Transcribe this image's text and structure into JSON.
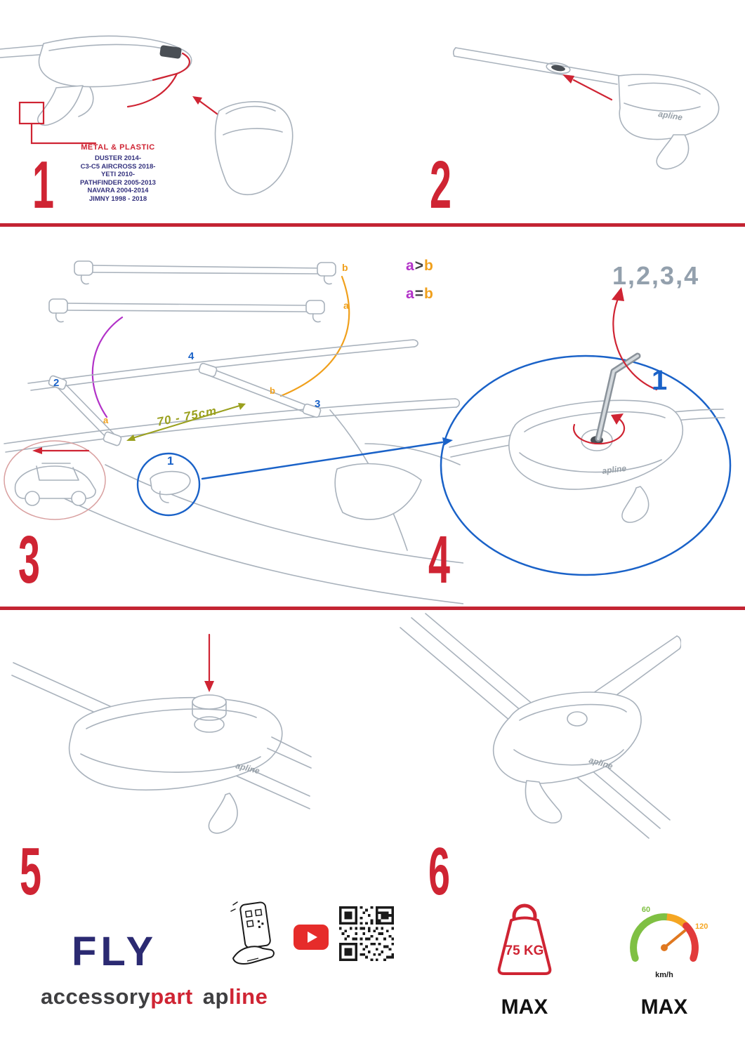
{
  "colors": {
    "red": "#cf2433",
    "navy": "#2b2a72",
    "model_list_blue": "#34327e",
    "blue": "#1a62c8",
    "purple": "#b232c8",
    "orange": "#f0a01c",
    "olive": "#9aa01e",
    "sequence_gray": "#93a0ad",
    "line_gray": "#a9b2bc",
    "youtube_red": "#e62c2a",
    "gauge_green": "#7fc043",
    "gauge_orange": "#f5a623",
    "gauge_red": "#e23b3b"
  },
  "step1": {
    "num": "1",
    "material": "METAL & PLASTIC",
    "models": [
      "DUSTER 2014-",
      "C3-C5 AIRCROSS 2018-",
      "YETI 2010-",
      "PATHFINDER 2005-2013",
      "NAVARA 2004-2014",
      "JIMNY 1998 - 2018"
    ]
  },
  "step2": {
    "num": "2"
  },
  "step3": {
    "num": "3",
    "bar_label_b": "b",
    "bar_label_a": "a",
    "rel1": {
      "a": "a",
      "op": ">",
      "b": "b"
    },
    "rel2": {
      "a": "a",
      "op": "=",
      "b": "b"
    },
    "roof_labels": {
      "front": "2",
      "rear_left": "4",
      "rear_right": "3",
      "b": "b",
      "a": "a",
      "circle": "1"
    },
    "distance": "70 - 75cm"
  },
  "step4": {
    "num": "4",
    "sequence": "1,2,3,4",
    "first": "1"
  },
  "step5": {
    "num": "5"
  },
  "step6": {
    "num": "6"
  },
  "footer": {
    "brand": "FLY",
    "wordmark": {
      "left": "accessory",
      "right": "part"
    },
    "wordmark2": {
      "left": "ap",
      "right": "line"
    },
    "weight": {
      "value": "75 KG",
      "label": "MAX"
    },
    "speed": {
      "min": "60",
      "max_val": "120",
      "unit": "km/h",
      "label": "MAX"
    }
  },
  "drawing_logo": "apline"
}
